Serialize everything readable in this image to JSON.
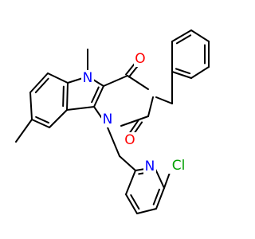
{
  "molecule": {
    "atoms": {
      "n_pyrrole": "N",
      "n3": "N",
      "n1": "N",
      "o4": "O",
      "o2": "O",
      "cl": "Cl"
    },
    "colors": {
      "bond": "#000000",
      "nitrogen": "#0000ff",
      "oxygen": "#ff0000",
      "chlorine": "#00a000",
      "background": "#ffffff"
    }
  }
}
